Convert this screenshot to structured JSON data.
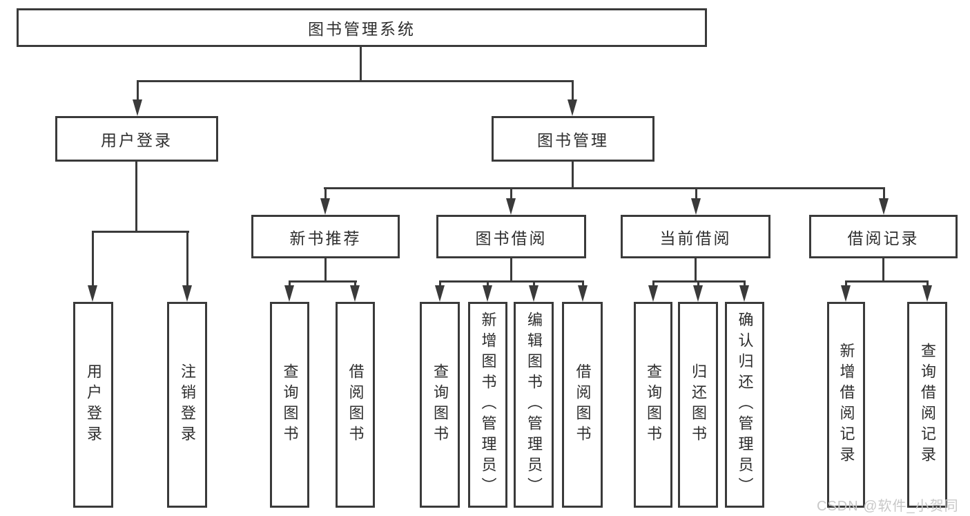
{
  "diagram": {
    "title_node": {
      "label": "图书管理系统"
    },
    "level2": [
      {
        "label": "用户登录"
      },
      {
        "label": "图书管理"
      }
    ],
    "level3": [
      {
        "label": "新书推荐"
      },
      {
        "label": "图书借阅"
      },
      {
        "label": "当前借阅"
      },
      {
        "label": "借阅记录"
      }
    ],
    "leaves": [
      {
        "label": "用户登录"
      },
      {
        "label": "注销登录"
      },
      {
        "label": "查询图书"
      },
      {
        "label": "借阅图书"
      },
      {
        "label": "查询图书"
      },
      {
        "label": "新增图书（管理员）"
      },
      {
        "label": "编辑图书（管理员）"
      },
      {
        "label": "借阅图书"
      },
      {
        "label": "查询图书"
      },
      {
        "label": "归还图书"
      },
      {
        "label": "确认归还（管理员）"
      },
      {
        "label": "新增借阅记录"
      },
      {
        "label": "查询借阅记录"
      }
    ],
    "watermark": "CSDN @软件_小贺同学",
    "colors": {
      "line": "#3a3a3a",
      "text": "#2e2e2e",
      "watermark": "#c8c8c8",
      "background": "#ffffff"
    }
  }
}
